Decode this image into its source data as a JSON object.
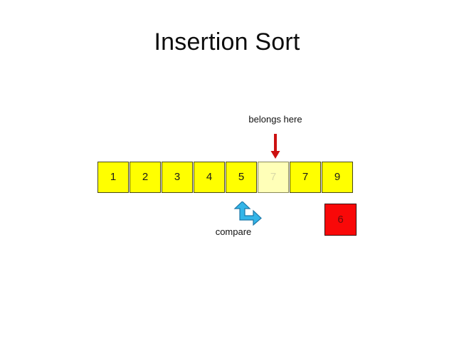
{
  "slide": {
    "title": "Insertion Sort",
    "background_color": "#ffffff"
  },
  "array": {
    "name": "sorted-array-strip",
    "cell_fill_color": "#ffff00",
    "cell_border_color": "#4a4a16",
    "faded_fill_color": "#ffffb8",
    "faded_text_color": "#d9d9a8",
    "cells": [
      {
        "value": "1",
        "state": "normal"
      },
      {
        "value": "2",
        "state": "normal"
      },
      {
        "value": "3",
        "state": "normal"
      },
      {
        "value": "4",
        "state": "normal"
      },
      {
        "value": "5",
        "state": "normal"
      },
      {
        "value": "7",
        "state": "faded"
      },
      {
        "value": "7",
        "state": "normal"
      },
      {
        "value": "9",
        "state": "normal"
      }
    ]
  },
  "annotations": {
    "belongs_here_label": "belongs here",
    "compare_label": "compare",
    "down_arrow": {
      "icon": "down-arrow-icon",
      "color": "#cc1111",
      "points_to_cell_index": 5
    },
    "compare_arrow": {
      "icon": "bent-double-arrow-icon",
      "color": "#33b5e8",
      "outline_color": "#1b77a8"
    }
  },
  "key_element": {
    "value": "6",
    "fill_color": "#f90808",
    "border_color": "#3a0000",
    "text_color": "#6b0d0d"
  }
}
